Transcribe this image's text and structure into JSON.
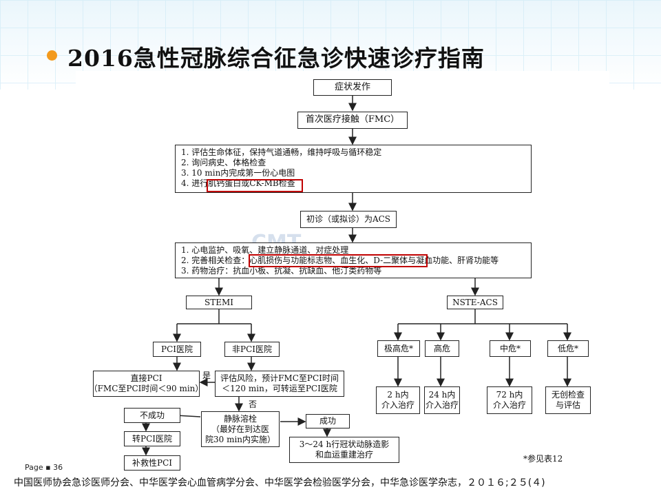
{
  "title": "2016急性冠脉综合征急诊快速诊疗指南",
  "watermark": "CMT",
  "page_label": "Page ▪ 36",
  "source": "中国医师协会急诊医师分会、中华医学会心血管病学分会、中华医学会检验医学分会，中华急诊医学杂志，２０１６;２５(４)",
  "colors": {
    "accent_dot": "#f39a1d",
    "highlight": "#c00000"
  },
  "flow": {
    "onset": "症状发作",
    "fmc": "首次医疗接触（FMC）",
    "assess": {
      "l1": "1. 评估生命体征，保持气道通畅，维持呼吸与循环稳定",
      "l2": "2. 询问病史、体格检查",
      "l3": "3. 10 min内完成第一份心电图",
      "l4_prefix": "4. 进行",
      "l4_hl": "肌钙蛋白或CK-MB检查"
    },
    "initial_dx": "初诊（或拟诊）为ACS",
    "manage": {
      "l1": "1. 心电监护、吸氧、建立静脉通道、对症处理",
      "l2_prefix": "2. 完善相关检查：",
      "l2_hl": "心肌损伤与功能标志物、血生化、D-二聚体",
      "l2_suffix": "与凝血功能、肝肾功能等",
      "l3": "3. 药物治疗：抗血小板、抗凝、抗缺血、他汀类药物等"
    },
    "stemi": "STEMI",
    "nste": "NSTE-ACS",
    "pci_hosp": "PCI医院",
    "non_pci_hosp": "非PCI医院",
    "direct_pci": {
      "l1": "直接PCI",
      "l2": "（FMC至PCI时间＜90 min）"
    },
    "eval_risk": {
      "l1": "评估风险，预计FMC至PCI时间",
      "l2": "＜120 min，可转运至PCI医院"
    },
    "yes": "是",
    "no": "否",
    "fail": "不成功",
    "transfer": "转PCI医院",
    "rescue": "补救性PCI",
    "lysis": {
      "l1": "静脉溶栓",
      "l2": "（最好在到达医",
      "l3": "院30 min内实施）"
    },
    "success": "成功",
    "late": {
      "l1": "3～24 h行冠状动脉造影",
      "l2": "和血运重建治疗"
    },
    "risk": [
      {
        "level": "极高危*",
        "action_l1": "2 h内",
        "action_l2": "介入治疗"
      },
      {
        "level": "高危",
        "action_l1": "24 h内",
        "action_l2": "介入治疗"
      },
      {
        "level": "中危*",
        "action_l1": "72 h内",
        "action_l2": "介入治疗"
      },
      {
        "level": "低危*",
        "action_l1": "无创检查",
        "action_l2": "与评估"
      }
    ],
    "footnote": "*参见表12"
  }
}
